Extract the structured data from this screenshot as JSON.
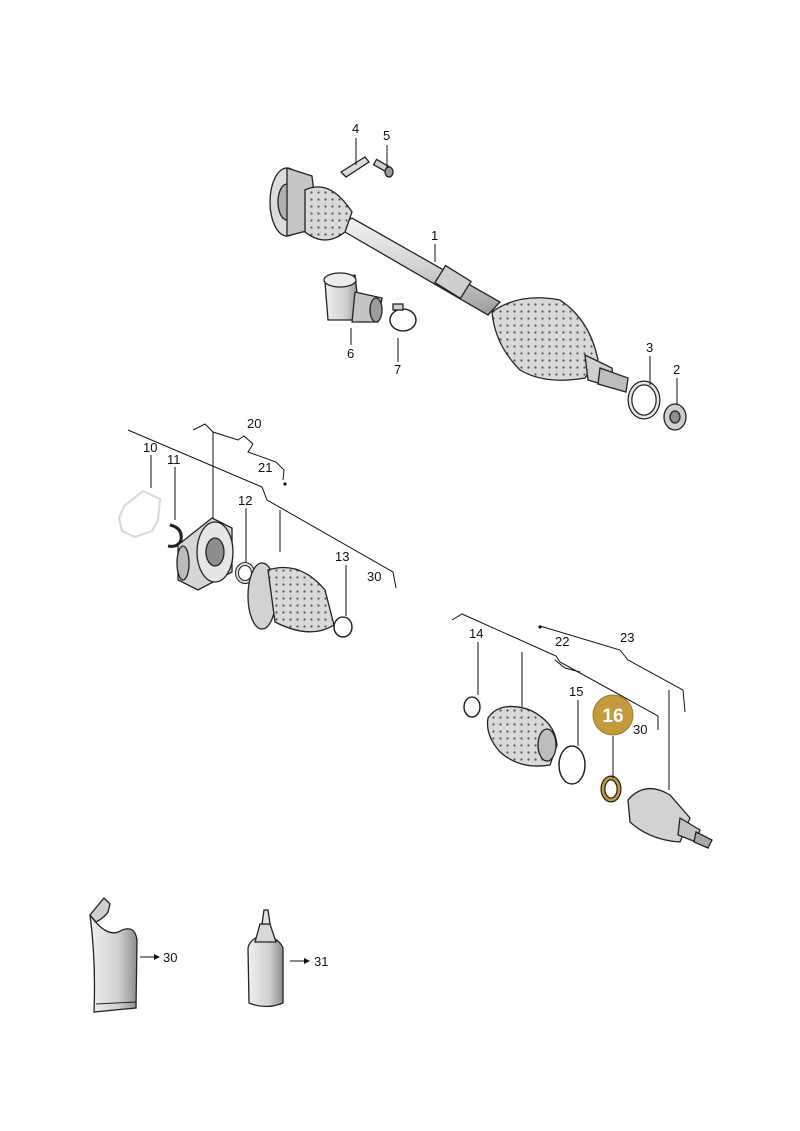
{
  "colors": {
    "part_fill": "#e6e6e6",
    "part_shade": "#b8b8b8",
    "part_dark": "#8e8e8e",
    "outline": "#222222",
    "highlight": "#c39a3c"
  },
  "highlighted_part": "16",
  "callouts": {
    "p1": "1",
    "p2": "2",
    "p3": "3",
    "p4": "4",
    "p5": "5",
    "p6": "6",
    "p7": "7",
    "p10": "10",
    "p11": "11",
    "p12": "12",
    "p13": "13",
    "p14": "14",
    "p15": "15",
    "p16": "16",
    "p20": "20",
    "p21": "21",
    "p22": "22",
    "p23": "23",
    "p30a": "30",
    "p30b": "30",
    "p30c": "30",
    "p31": "31"
  }
}
